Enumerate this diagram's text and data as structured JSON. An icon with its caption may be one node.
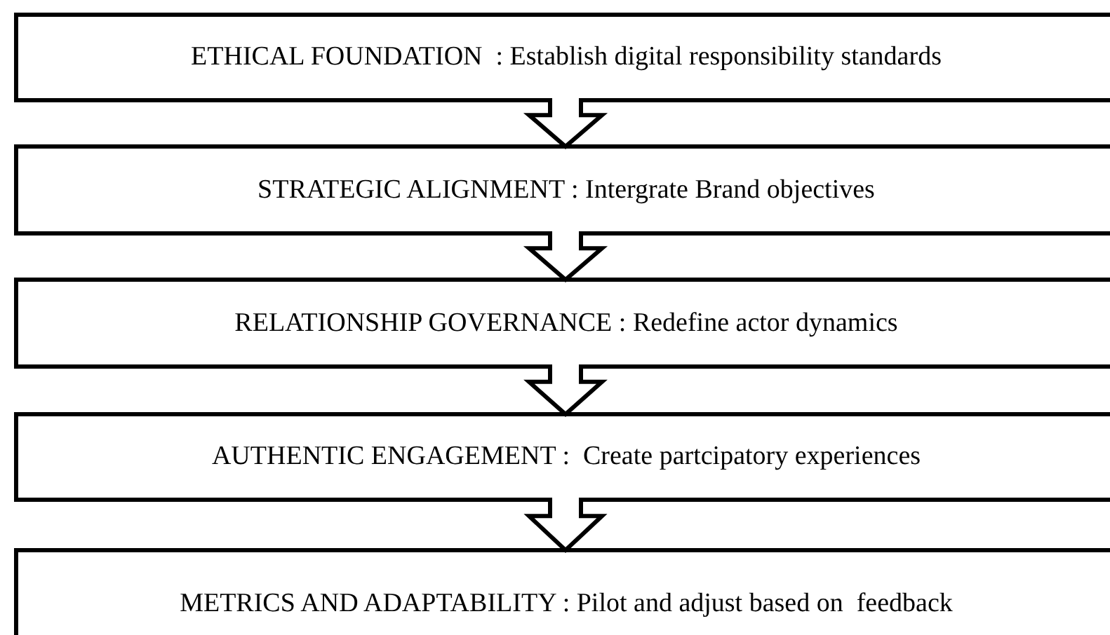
{
  "diagram": {
    "nodes": [
      {
        "text": [
          "ETHICAL FOUNDATION  : Establish digital responsibility standards"
        ]
      },
      {
        "text": [
          "STRATEGIC ALIGNMENT : Intergrate Brand objectives"
        ]
      },
      {
        "text": [
          "RELATIONSHIP GOVERNANCE : Redefine actor dynamics"
        ]
      },
      {
        "text": [
          "AUTHENTIC ENGAGEMENT :  Create partcipatory experiences"
        ]
      },
      {
        "text": [
          "METRICS AND ADAPTABILITY : Pilot and adjust based on  feedback"
        ]
      }
    ],
    "edges": [
      {
        "from": 0,
        "to": 1,
        "arrow": "to"
      },
      {
        "from": 1,
        "to": 2,
        "arrow": "to"
      },
      {
        "from": 2,
        "to": 3,
        "arrow": "to"
      },
      {
        "from": 3,
        "to": 4,
        "arrow": "to"
      }
    ]
  }
}
